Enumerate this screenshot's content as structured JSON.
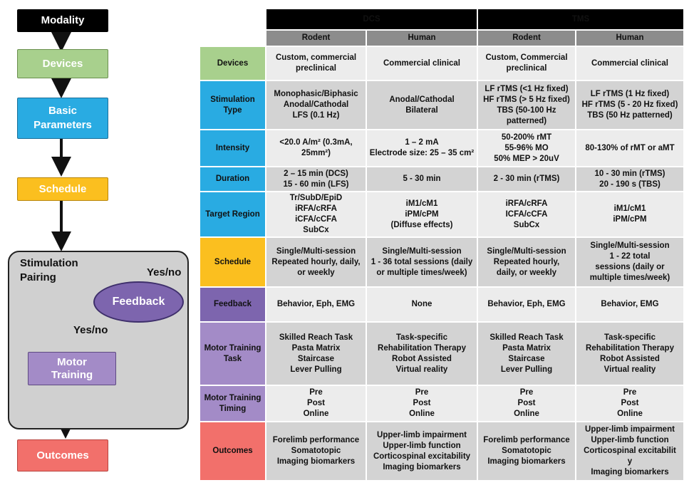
{
  "flowchart": {
    "modality": "Modality",
    "devices": "Devices",
    "basic_parameters": "Basic\nParameters",
    "schedule": "Schedule",
    "stimulation_pairing": "Stimulation\nPairing",
    "feedback": "Feedback",
    "yes_no_top": "Yes/no",
    "yes_no_bottom": "Yes/no",
    "motor_training": "Motor\nTraining",
    "outcomes": "Outcomes"
  },
  "colors": {
    "modality": "#000000",
    "devices": "#a8d08d",
    "basic_parameters": "#29abe2",
    "schedule": "#fbbf1f",
    "feedback": "#7d65ae",
    "motor_training": "#a38bc7",
    "outcomes": "#f2706b",
    "pairing_container": "#d0d0d0",
    "header_top": "#000000",
    "header_sub": "#8c8c8c"
  },
  "table": {
    "groups": [
      "DCS",
      "TMS"
    ],
    "subheaders": [
      "Rodent",
      "Human",
      "Rodent",
      "Human"
    ],
    "rows": [
      {
        "label": "Devices",
        "color": "#a8d08d",
        "cells": [
          "Custom, commercial\npreclinical",
          "Commercial clinical",
          "Custom, Commercial\npreclinical",
          "Commercial clinical"
        ]
      },
      {
        "label": "Stimulation\nType",
        "color": "#29abe2",
        "cells": [
          "Monophasic/Biphasic\nAnodal/Cathodal\nLFS (0.1 Hz)",
          "Anodal/Cathodal\nBilateral",
          "LF rTMS (<1 Hz fixed)\nHF rTMS (> 5 Hz fixed)\nTBS (50-100 Hz\npatterned)",
          "LF rTMS (1 Hz fixed)\nHF rTMS (5 - 20 Hz fixed)\nTBS (50 Hz patterned)"
        ]
      },
      {
        "label": "Intensity",
        "color": "#29abe2",
        "cells": [
          "<20.0 A/m² (0.3mA,\n25mm²)",
          "1 – 2 mA\nElectrode size: 25 – 35 cm²",
          "50-200% rMT\n55-96% MO\n50% MEP > 20uV",
          "80-130% of rMT or aMT"
        ]
      },
      {
        "label": "Duration",
        "color": "#29abe2",
        "cells": [
          "2 – 15 min (DCS)\n15 - 60 min (LFS)",
          "5 - 30 min",
          "2 - 30 min (rTMS)",
          "10 - 30 min (rTMS)\n20 - 190 s (TBS)"
        ]
      },
      {
        "label": "Target Region",
        "color": "#29abe2",
        "cells": [
          "Tr/SubD/EpiD\niRFA/cRFA\niCFA/cCFA\nSubCx",
          "iM1/cM1\niPM/cPM\n(Diffuse effects)",
          "iRFA/cRFA\nICFA/cCFA\nSubCx",
          "iM1/cM1\niPM/cPM"
        ]
      },
      {
        "label": "Schedule",
        "color": "#fbbf1f",
        "cells": [
          "Single/Multi-session\nRepeated hourly, daily,\nor weekly",
          "Single/Multi-session\n1 - 36 total sessions (daily\nor multiple times/week)",
          "Single/Multi-session\nRepeated hourly,\ndaily, or weekly",
          "Single/Multi-session\n1 - 22 total\nsessions (daily or\nmultiple times/week)"
        ]
      },
      {
        "label": "Feedback",
        "color": "#7d65ae",
        "cells": [
          "Behavior, Eph, EMG",
          "None",
          "Behavior, Eph, EMG",
          "Behavior,  EMG"
        ]
      },
      {
        "label": "Motor Training\nTask",
        "color": "#a38bc7",
        "cells": [
          "Skilled Reach Task\nPasta Matrix\nStaircase\nLever Pulling",
          "Task-specific\nRehabilitation Therapy\nRobot Assisted\nVirtual reality",
          "Skilled Reach Task\nPasta Matrix\nStaircase\nLever Pulling",
          "Task-specific\nRehabilitation Therapy\nRobot Assisted\nVirtual reality"
        ]
      },
      {
        "label": "Motor Training\nTiming",
        "color": "#a38bc7",
        "cells": [
          "Pre\nPost\nOnline",
          "Pre\nPost\nOnline",
          "Pre\nPost\nOnline",
          "Pre\nPost\nOnline"
        ]
      },
      {
        "label": "Outcomes",
        "color": "#f2706b",
        "cells": [
          "Forelimb performance\nSomatotopic\nImaging biomarkers",
          "Upper-limb impairment\nUpper-limb function\nCorticospinal excitability\nImaging biomarkers",
          "Forelimb performance\nSomatotopic\nImaging biomarkers",
          "Upper-limb impairment\nUpper-limb function\nCorticospinal excitabilit\ny\nImaging biomarkers"
        ]
      }
    ]
  }
}
